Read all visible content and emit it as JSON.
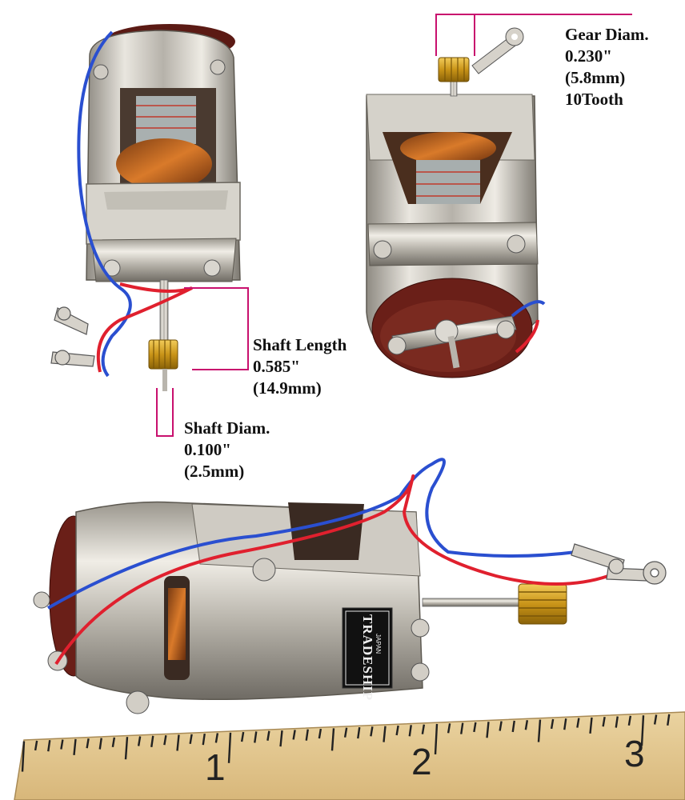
{
  "annotations": {
    "gear": {
      "line1": "Gear Diam.",
      "line2": "0.230\"",
      "line3": "(5.8mm)",
      "line4": "10Tooth"
    },
    "shaft_length": {
      "line1": "Shaft Length",
      "line2": "0.585\"",
      "line3": "(14.9mm)"
    },
    "shaft_diam": {
      "line1": "Shaft Diam.",
      "line2": "0.100\"",
      "line3": "(2.5mm)"
    }
  },
  "brand_plate": {
    "brand": "TRADESHIP",
    "origin": "JAPAN"
  },
  "ruler": {
    "numbers": [
      "1",
      "2",
      "3"
    ]
  },
  "colors": {
    "annotation_line": "#c8106e",
    "wire_blue": "#2a4fd0",
    "wire_red": "#e0202e",
    "ruler_wood": "#e6c88e",
    "metal": "#c9c5bc"
  }
}
